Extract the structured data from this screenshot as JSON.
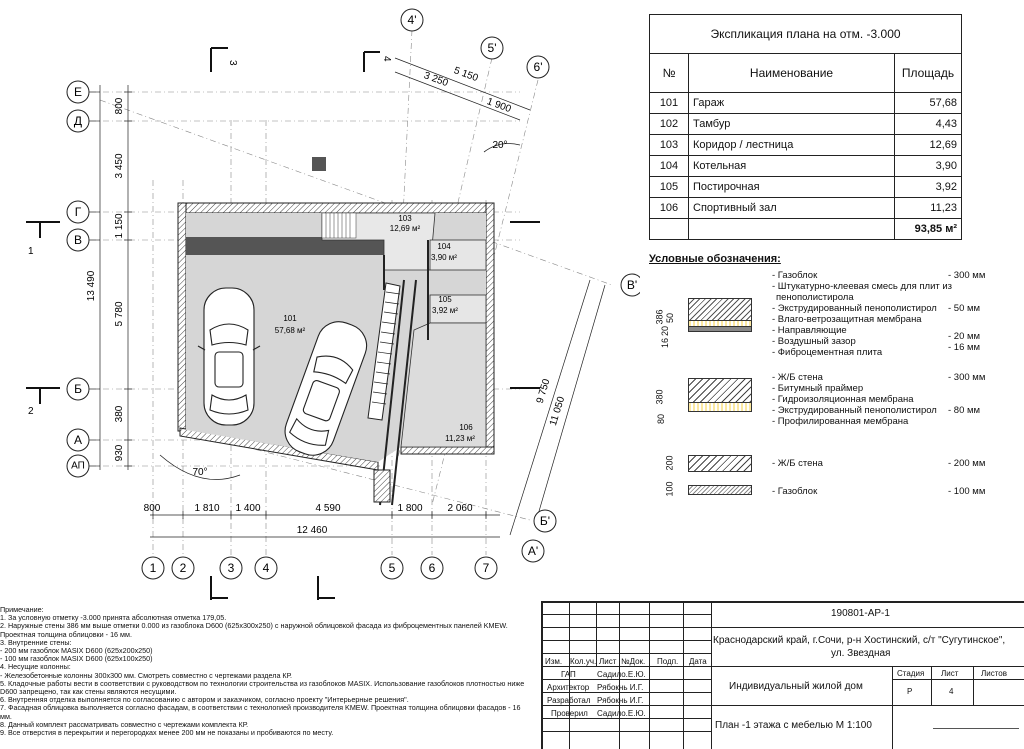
{
  "explication": {
    "title": "Экспликация плана на отм. -3.000",
    "headers": [
      "№",
      "Наименование",
      "Площадь"
    ],
    "rows": [
      {
        "num": "101",
        "name": "Гараж",
        "area": "57,68"
      },
      {
        "num": "102",
        "name": "Тамбур",
        "area": "4,43"
      },
      {
        "num": "103",
        "name": "Коридор / лестница",
        "area": "12,69"
      },
      {
        "num": "104",
        "name": "Котельная",
        "area": "3,90"
      },
      {
        "num": "105",
        "name": "Постирочная",
        "area": "3,92"
      },
      {
        "num": "106",
        "name": "Спортивный зал",
        "area": "11,23"
      }
    ],
    "total": "93,85 м²"
  },
  "legend": {
    "title": "Условные обозначения:",
    "group1": [
      {
        "label": "- Газоблок",
        "value": "- 300 мм"
      },
      {
        "label": "- Штукатурно-клеевая смесь для плит из",
        "value": ""
      },
      {
        "label": "пенополистирола",
        "value": ""
      },
      {
        "label": "- Экструдированный пенополистирол",
        "value": "- 50 мм"
      },
      {
        "label": "- Влаго-ветрозащитная мембрана",
        "value": ""
      },
      {
        "label": "- Направляющие",
        "value": "- 20 мм"
      },
      {
        "label": "- Воздушный зазор",
        "value": "- 16 мм"
      },
      {
        "label": "- Фиброцементная плита",
        "value": ""
      }
    ],
    "group1_dims": [
      "386",
      "50",
      "20",
      "16"
    ],
    "group2": [
      {
        "label": "- Ж/Б стена",
        "value": "- 300 мм"
      },
      {
        "label": "- Битумный праймер",
        "value": ""
      },
      {
        "label": "- Гидроизоляционная мембрана",
        "value": ""
      },
      {
        "label": "- Экструдированный пенополистирол",
        "value": "- 80 мм"
      },
      {
        "label": "- Профилированная мембрана",
        "value": ""
      }
    ],
    "group2_dims": [
      "380",
      "80"
    ],
    "group3": {
      "label": "- Ж/Б стена",
      "value": "- 200 мм",
      "dim": "200"
    },
    "group4": {
      "label": "- Газоблок",
      "value": "- 100 мм",
      "dim": "100"
    }
  },
  "plan": {
    "axes_letters": [
      "Е",
      "Д",
      "Г",
      "В",
      "Б",
      "А",
      "АП"
    ],
    "axes_numbers": [
      "1",
      "2",
      "3",
      "4",
      "5",
      "6",
      "7"
    ],
    "axes_rotated": [
      "4'",
      "5'",
      "6'",
      "В'",
      "Б'",
      "А'"
    ],
    "section_marks": [
      "1",
      "2",
      "3",
      "4"
    ],
    "dims_left": [
      "800",
      "3 450",
      "13 490",
      "1 150",
      "5 780",
      "380",
      "930"
    ],
    "dims_bottom": [
      "800",
      "1 810",
      "1 400",
      "4 590",
      "1 800",
      "2 060"
    ],
    "dim_total_bottom": "12 460",
    "dims_top": [
      "5 150",
      "3 250",
      "1 900"
    ],
    "dims_right": [
      "9 750",
      "11 050"
    ],
    "angles": [
      "20°",
      "70°"
    ],
    "rooms": [
      {
        "num": "101",
        "area": "57,68 м²"
      },
      {
        "num": "103",
        "area": "12,69 м²"
      },
      {
        "num": "104",
        "area": "3,90 м²"
      },
      {
        "num": "105",
        "area": "3,92 м²"
      },
      {
        "num": "106",
        "area": "11,23 м²"
      }
    ]
  },
  "notes": [
    "Примечание:",
    "1. За условную отметку -3.000 принята абсолютная отметка 179,05.",
    "2. Наружные стены 386 мм выше отметки 0.000 из газоблока D600 (625х300х250) с наружной облицовкой фасада из фиброцементных панелей KMEW.",
    "Проектная толщина облицовки - 16 мм.",
    "3. Внутренние стены:",
    "- 200 мм газоблок MASIX D600 (625х200х250)",
    "- 100 мм газоблок MASIX D600 (625х100х250)",
    "4. Несущие колонны:",
    "- Железобетонные колонны 300х300 мм. Смотреть совместно с чертежами раздела КР.",
    "5. Кладочные работы вести в соответствии с руководством по технологии строительства из газоблоков MASIX. Использование газоблоков плотностью ниже",
    "D600 запрещено, так как стены являются несущими.",
    "6. Внутренняя отделка выполняется по согласованию с автором и заказчиком, согласно проекту \"Интерьерные решения\".",
    "7. Фасадная облицовка выполняется согласно фасадам, в соответствии с технологией производителя KMEW. Проектная толщина облицовки фасадов - 16",
    "мм.",
    "8. Данный комплект рассматривать совместно с чертежами комплекта КР.",
    "9. Все отверстия в перекрытии и перегородках менее 200 мм не показаны и пробиваются по месту."
  ],
  "titleblock": {
    "code": "190801-АР-1",
    "address": "Краснодарский край, г.Сочи, р-н Хостинский, с/т \"Сугутинское\",",
    "address2": "ул. Звездная",
    "col_headers": [
      "Изм.",
      "Кол.уч.",
      "Лист",
      "№Док.",
      "Подп.",
      "Дата"
    ],
    "roles": [
      {
        "role": "ГАП",
        "name": "Садило.Е.Ю."
      },
      {
        "role": "Архитектор",
        "name": "Рябокнь И.Г."
      },
      {
        "role": "Разработал",
        "name": "Рябокнь И.Г."
      },
      {
        "role": "Проверил",
        "name": "Садило.Е.Ю."
      }
    ],
    "object": "Индивидуальный жилой дом",
    "sheet_title": "План -1 этажа с мебелью М 1:100",
    "stage_label": "Стадия",
    "sheet_label": "Лист",
    "sheets_label": "Листов",
    "stage": "Р",
    "sheet": "4",
    "sheets": ""
  }
}
